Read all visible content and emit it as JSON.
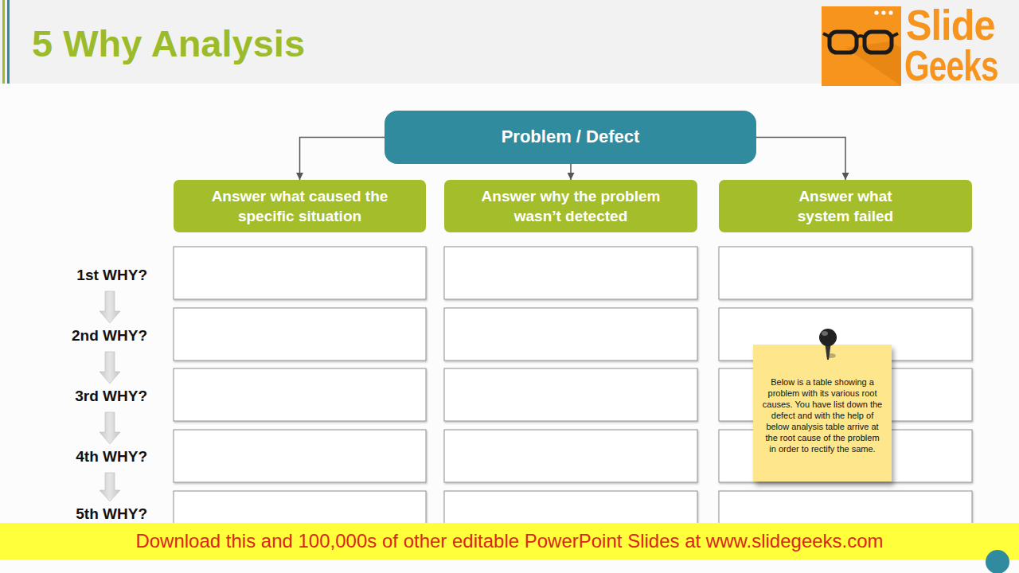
{
  "diagram": {
    "title": "5 Why Analysis",
    "nodes": [
      {
        "text": [
          "Problem / Defect"
        ]
      },
      {
        "text": [
          "Answer what caused the specific situation"
        ]
      },
      {
        "text": [
          "Answer why the problem wasn’t detected"
        ]
      },
      {
        "text": [
          "Answer what system failed"
        ]
      },
      {
        "text": [
          "Below is a table showing a problem with its various root causes. You have list down the defect and with the help of below analysis table arrive at the root cause of the problem in order to rectify the same."
        ]
      },
      {
        "text": [
          "Download this and 100,000s of other editable PowerPoint Slides at www.slidegeeks.com"
        ]
      }
    ],
    "edges": [
      {
        "from": 0,
        "to": 1,
        "arrow": "to"
      },
      {
        "from": 0,
        "to": 2,
        "arrow": "to"
      },
      {
        "from": 0,
        "to": 3,
        "arrow": "to"
      }
    ],
    "labels": [
      "Slide",
      "Geeks",
      "1st WHY?",
      "2nd WHY?",
      "3rd WHY?",
      "4th WHY?",
      "5th WHY?"
    ]
  }
}
